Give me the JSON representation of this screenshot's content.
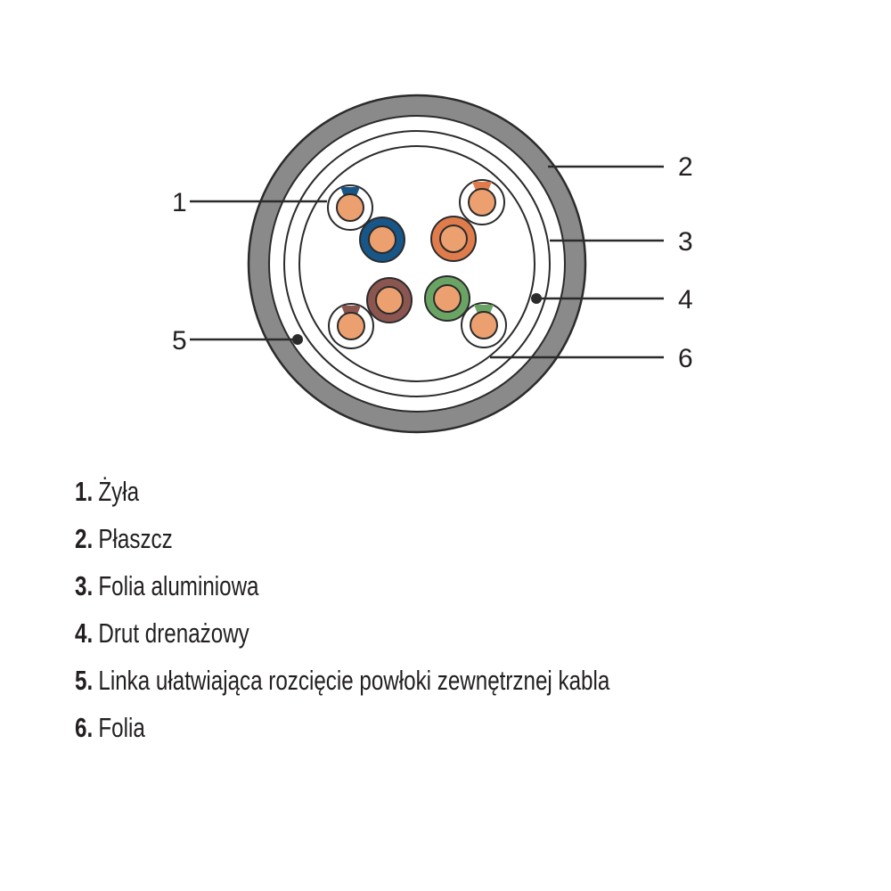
{
  "diagram": {
    "colors": {
      "jacket": "#8a8a8a",
      "outline": "#2b2b2b",
      "copper": "#eca070",
      "blue": "#175687",
      "orange": "#e07c4c",
      "brown": "#8b5650",
      "green": "#6aa464"
    },
    "callouts": [
      "1",
      "2",
      "3",
      "4",
      "5",
      "6"
    ]
  },
  "legend": [
    {
      "num": "1.",
      "label": "Żyła"
    },
    {
      "num": "2.",
      "label": "Płaszcz"
    },
    {
      "num": "3.",
      "label": "Folia aluminiowa"
    },
    {
      "num": "4.",
      "label": "Drut drenażowy"
    },
    {
      "num": "5.",
      "label": "Linka ułatwiająca rozcięcie powłoki zewnętrznej kabla"
    },
    {
      "num": "6.",
      "label": "Folia"
    }
  ]
}
